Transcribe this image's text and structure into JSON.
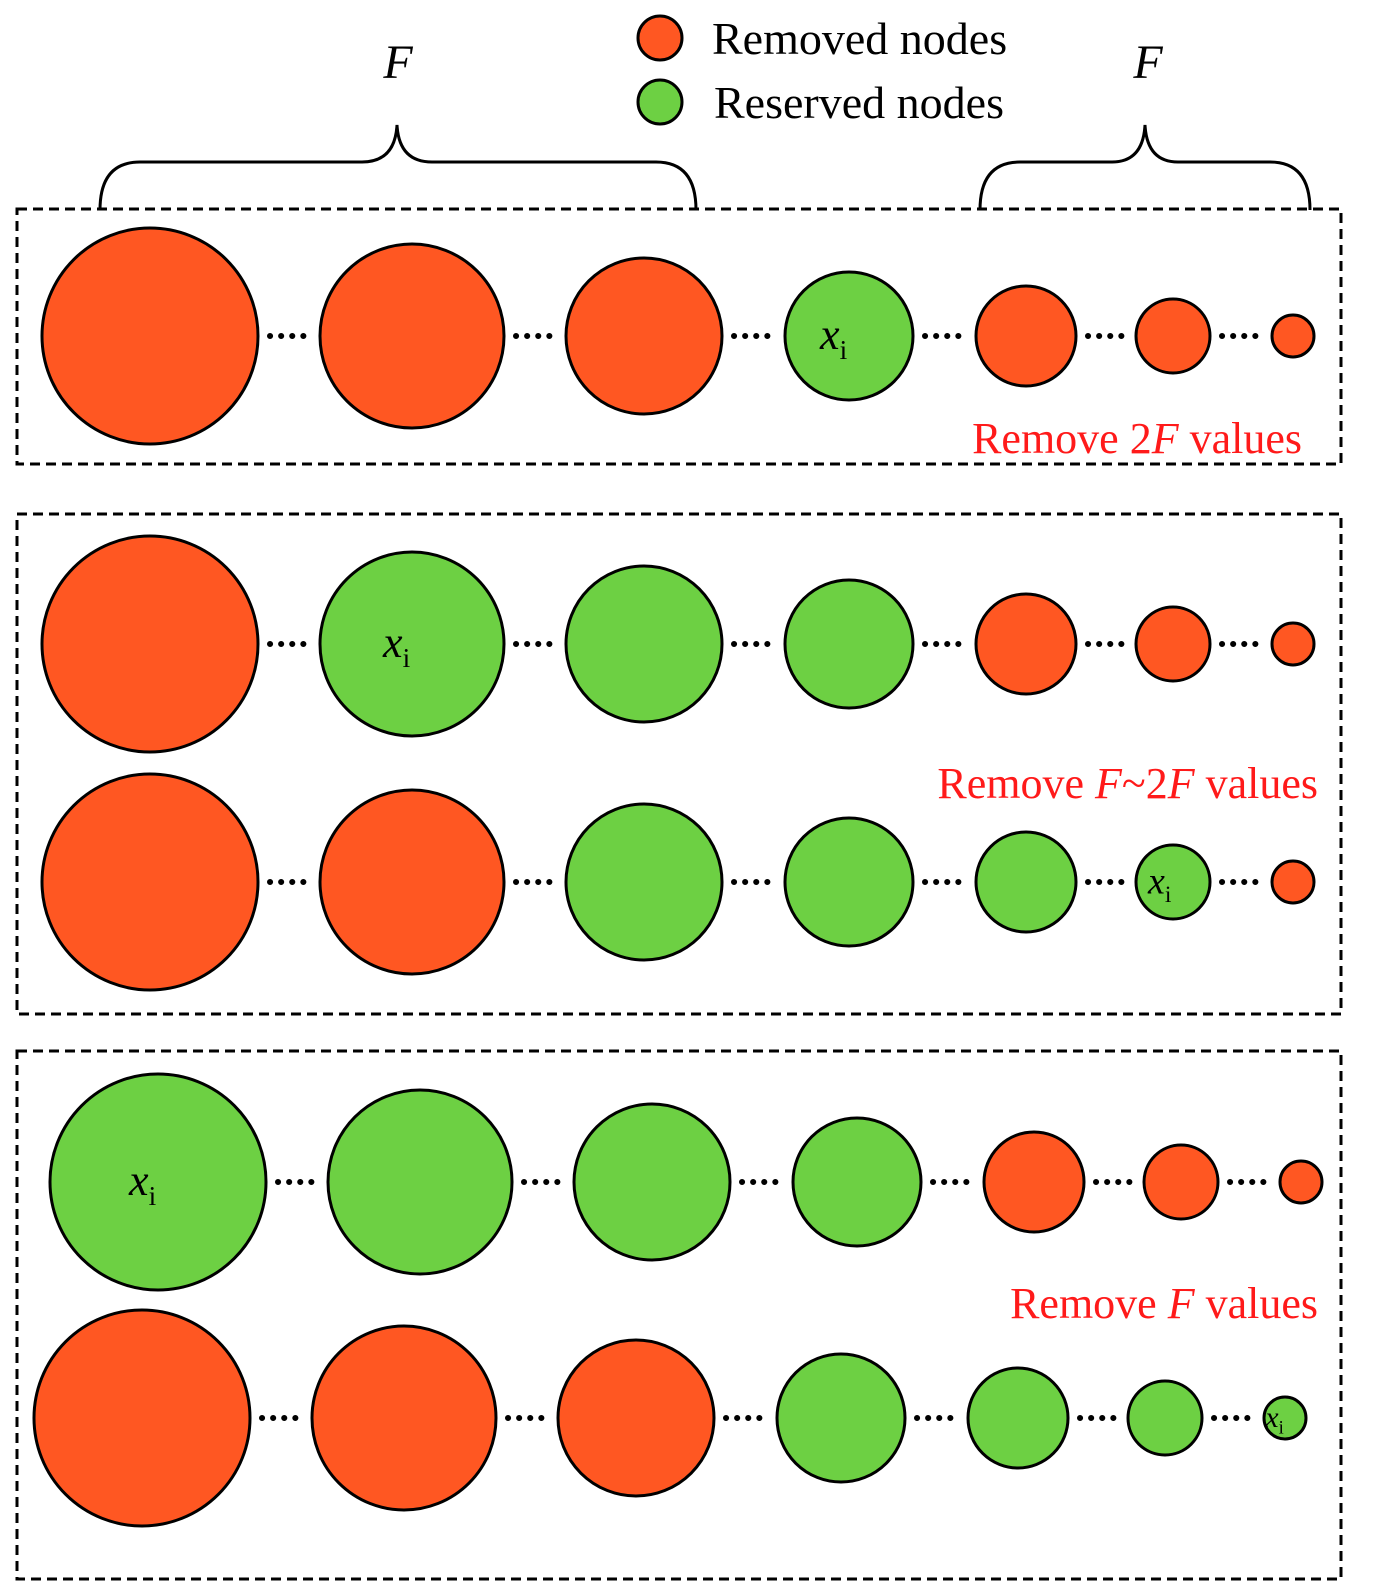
{
  "legend": {
    "removed_label": "Removed nodes",
    "reserved_label": "Reserved nodes"
  },
  "brace_label": "F",
  "node_label": {
    "base": "x",
    "sub": "i"
  },
  "colors": {
    "removed": "#ff5722",
    "reserved": "#6dd043",
    "caption": "#ff1a1a",
    "outline": "#000000"
  },
  "panels": [
    {
      "caption": {
        "pre": "Remove 2",
        "var1": "F",
        "mid": "",
        "var2": "",
        "post": " values"
      },
      "rows": [
        {
          "nodes": [
            "removed",
            "removed",
            "removed",
            "reserved",
            "removed",
            "removed",
            "removed"
          ],
          "xi_index": 3
        }
      ]
    },
    {
      "caption": {
        "pre": "Remove ",
        "var1": "F",
        "mid": "~2",
        "var2": "F",
        "post": " values"
      },
      "rows": [
        {
          "nodes": [
            "removed",
            "reserved",
            "reserved",
            "reserved",
            "removed",
            "removed",
            "removed"
          ],
          "xi_index": 1
        },
        {
          "nodes": [
            "removed",
            "removed",
            "reserved",
            "reserved",
            "reserved",
            "reserved",
            "removed"
          ],
          "xi_index": 5
        }
      ]
    },
    {
      "caption": {
        "pre": "Remove ",
        "var1": "F",
        "mid": "",
        "var2": "",
        "post": " values"
      },
      "rows": [
        {
          "nodes": [
            "reserved",
            "reserved",
            "reserved",
            "reserved",
            "removed",
            "removed",
            "removed"
          ],
          "xi_index": 0
        },
        {
          "nodes": [
            "removed",
            "removed",
            "removed",
            "reserved",
            "reserved",
            "reserved",
            "reserved"
          ],
          "xi_index": 6
        }
      ]
    }
  ]
}
